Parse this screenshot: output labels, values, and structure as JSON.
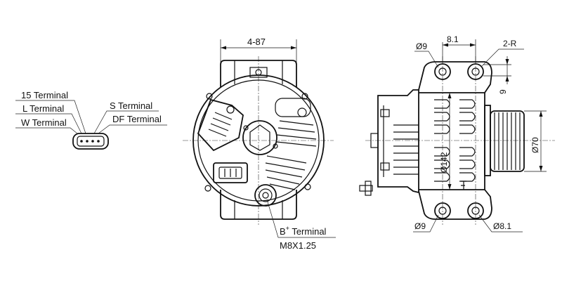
{
  "connector_labels": {
    "terminal_15": "15 Terminal",
    "terminal_l": "L Terminal",
    "terminal_w": "W Terminal",
    "terminal_s": "S Terminal",
    "terminal_df": "DF Terminal"
  },
  "front_view": {
    "mount_dim": "4-87",
    "b_terminal_main": "B",
    "b_terminal_sup": "+",
    "b_terminal_rest": " Terminal",
    "b_terminal_thread": "M8X1.25"
  },
  "side_view": {
    "dim_top_hole": "Ø9",
    "dim_offset": "8.1",
    "dim_radius": "2-R",
    "dim_small": "9",
    "dim_body": "Ø142",
    "dim_pulley": "Ø70",
    "dim_bottom_hole_left": "Ø9",
    "dim_bottom_hole_right": "Ø8.1"
  }
}
